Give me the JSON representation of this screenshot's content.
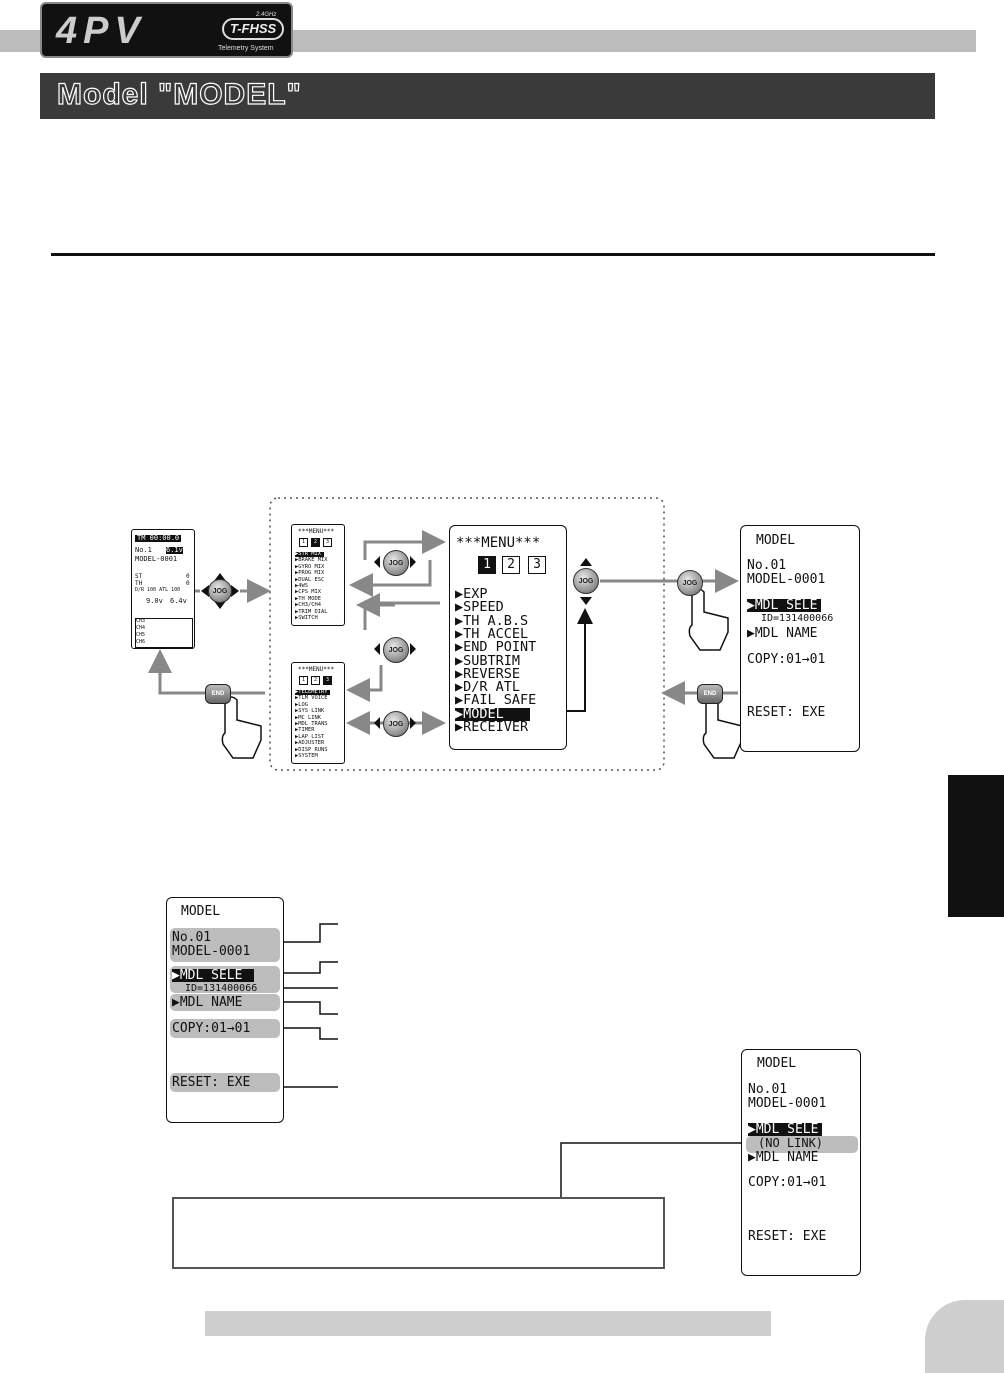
{
  "header": {
    "logo_text": "4PV",
    "logo_badge_top": "2.4GHz",
    "logo_badge_main": "T-FHSS",
    "logo_badge_sub": "Telemetry System"
  },
  "page_title": "Model \"MODEL\"",
  "home_screen": {
    "timer": "TM 00:00.0",
    "no_label": "No.1",
    "no_value": "6.1v",
    "model_name": "MODEL-0001",
    "rows": [
      "ST",
      "TH",
      "D/R 100 ATL 100"
    ],
    "values": [
      "0",
      "0"
    ],
    "volt1": "9.0v",
    "volt2": "6.4v",
    "ch_labels": [
      "CH3",
      "CH4",
      "CH5",
      "CH6"
    ]
  },
  "menu_small_1": {
    "title": "***MENU***",
    "pages": [
      "1",
      "2",
      "3"
    ],
    "items": [
      "STR MIX",
      "BRAKE MIX",
      "GYRO MIX",
      "PROG MIX",
      "DUAL ESC",
      "4WS",
      "CPS MIX",
      "TH MODE",
      "CH3/CH4",
      "TRIM DIAL",
      "SWITCH"
    ]
  },
  "menu_small_2": {
    "title": "***MENU***",
    "pages": [
      "1",
      "2",
      "3"
    ],
    "items": [
      "TELEMETRY",
      "TLM VOICE",
      "LOG",
      "SYS LINK",
      "MC LINK",
      "MDL TRANS",
      "TIMER",
      "LAP LIST",
      "ADJUSTER",
      "DISP RUNS",
      "SYSTEM"
    ]
  },
  "menu_main": {
    "title": "***MENU***",
    "pages": [
      "1",
      "2",
      "3"
    ],
    "items": [
      "EXP",
      "SPEED",
      "TH A.B.S",
      "TH ACCEL",
      "END POINT",
      "SUBTRIM",
      "REVERSE",
      "D/R ATL",
      "FAIL SAFE",
      "MODEL",
      "RECEIVER"
    ],
    "selected": "MODEL"
  },
  "model_screen": {
    "title": "MODEL",
    "no": "No.01",
    "name": "MODEL-0001",
    "mdl_sele": "MDL SELE",
    "id": "ID=131400066",
    "mdl_name": "MDL NAME",
    "copy": "COPY:01→01",
    "reset": "RESET: EXE"
  },
  "model_screen_nolink": {
    "title": "MODEL",
    "no": "No.01",
    "name": "MODEL-0001",
    "mdl_sele": "MDL SELE",
    "id": "(NO LINK)",
    "mdl_name": "MDL NAME",
    "copy": "COPY:01→01",
    "reset": "RESET: EXE"
  },
  "buttons": {
    "jog": "JOG",
    "end": "END"
  },
  "colors": {
    "title_bar": "#3a3a3a",
    "header_band": "#bcbcbc",
    "highlight": "#bdbdbd",
    "side_tab": "#111111"
  }
}
